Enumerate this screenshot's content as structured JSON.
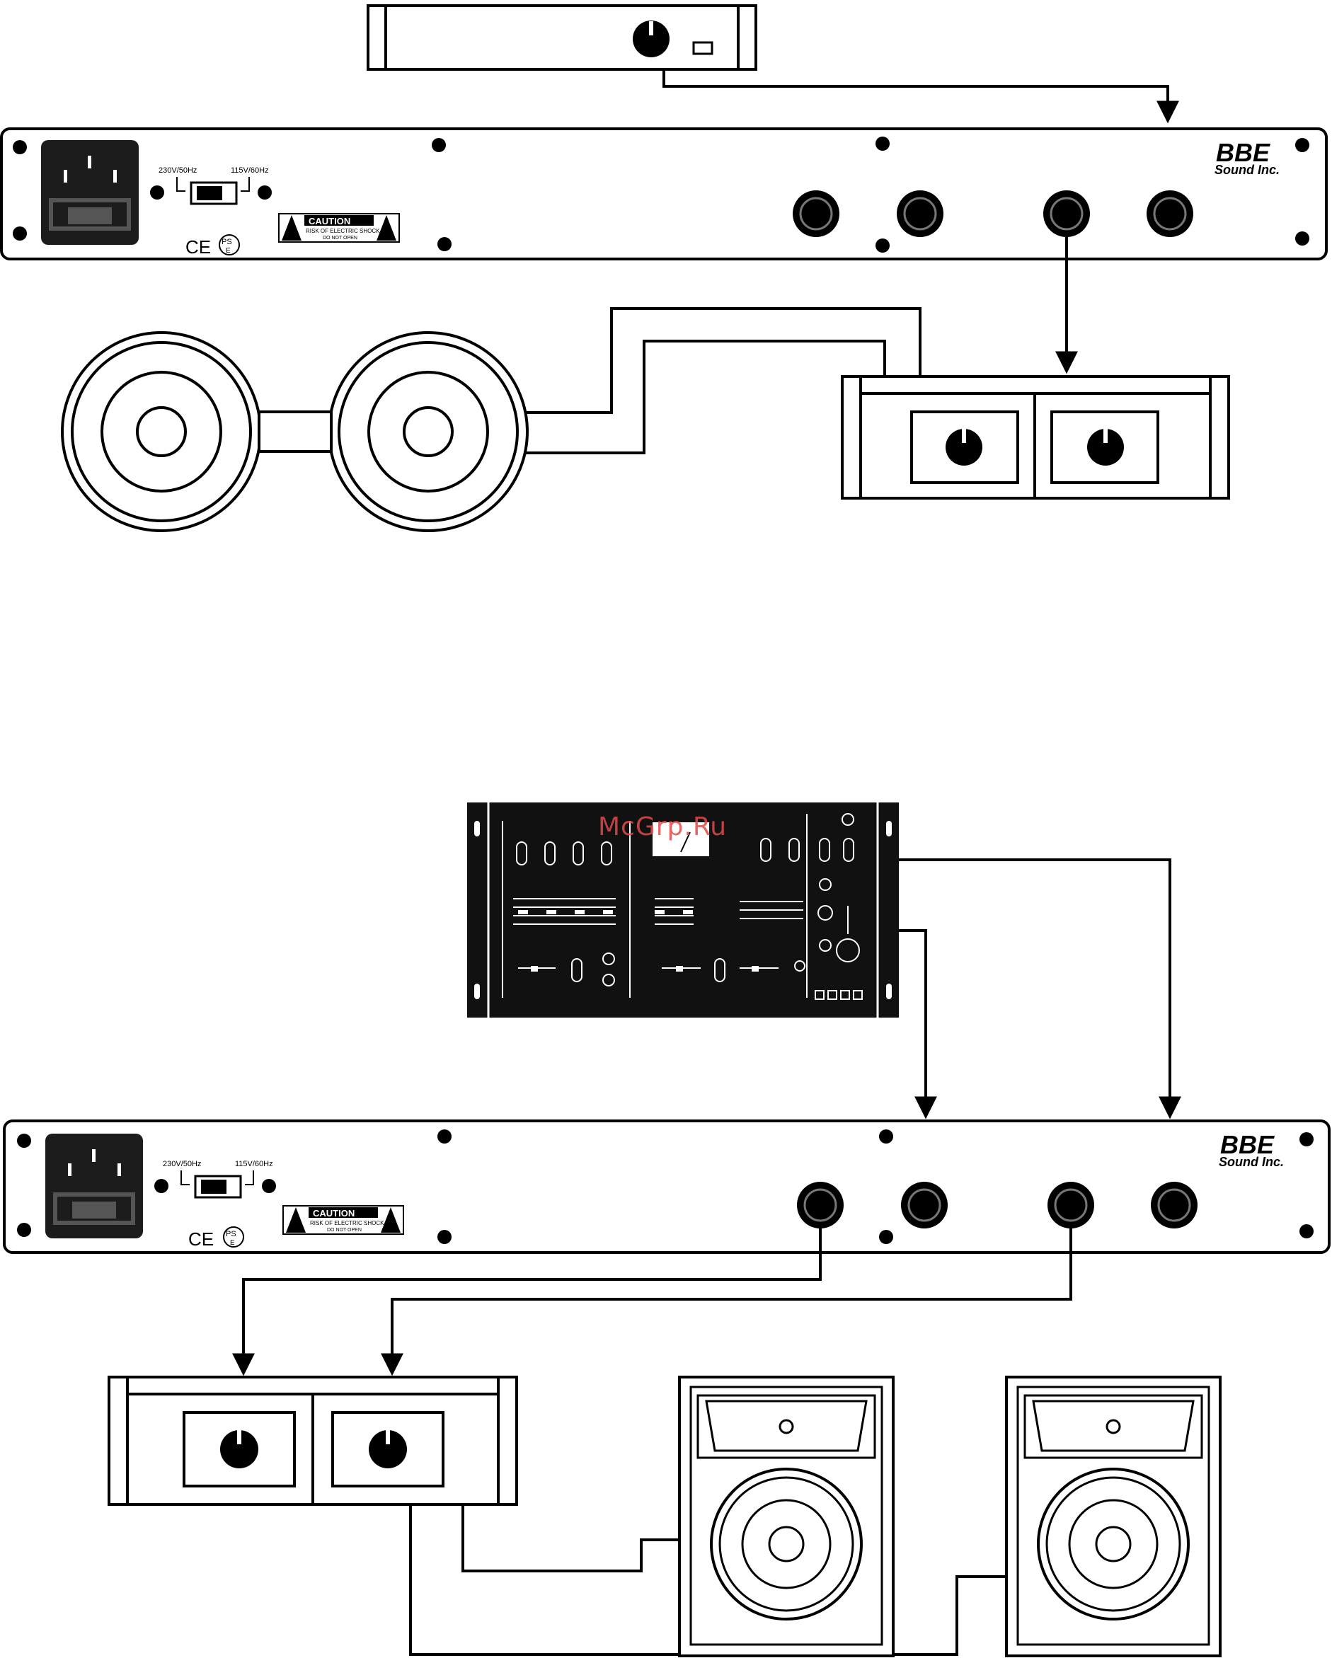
{
  "watermark": "McGrp.Ru",
  "processor_top": {
    "brand": "BBE",
    "brand_sub": "Sound Inc.",
    "voltage_left": "230V/50Hz",
    "voltage_right": "115V/60Hz",
    "caution_title": "CAUTION",
    "caution_line1": "RISK OF ELECTRIC SHOCK",
    "caution_line2": "DO NOT OPEN",
    "mark_ce": "CE",
    "mark_pse": "PS",
    "mark_pse2": "E"
  },
  "processor_bottom": {
    "brand": "BBE",
    "brand_sub": "Sound Inc.",
    "voltage_left": "230V/50Hz",
    "voltage_right": "115V/60Hz",
    "caution_title": "CAUTION",
    "caution_line1": "RISK OF ELECTRIC SHOCK",
    "caution_line2": "DO NOT OPEN",
    "mark_ce": "CE",
    "mark_pse": "PS",
    "mark_pse2": "E"
  },
  "colors": {
    "line": "#000000",
    "panel_fill": "#ffffff",
    "dark": "#111111",
    "iec_fill": "#1c1c1c"
  },
  "icons": [
    "screw-icon",
    "jack-icon",
    "knob-icon",
    "warning-icon",
    "speaker-icon",
    "arrow-icon"
  ]
}
